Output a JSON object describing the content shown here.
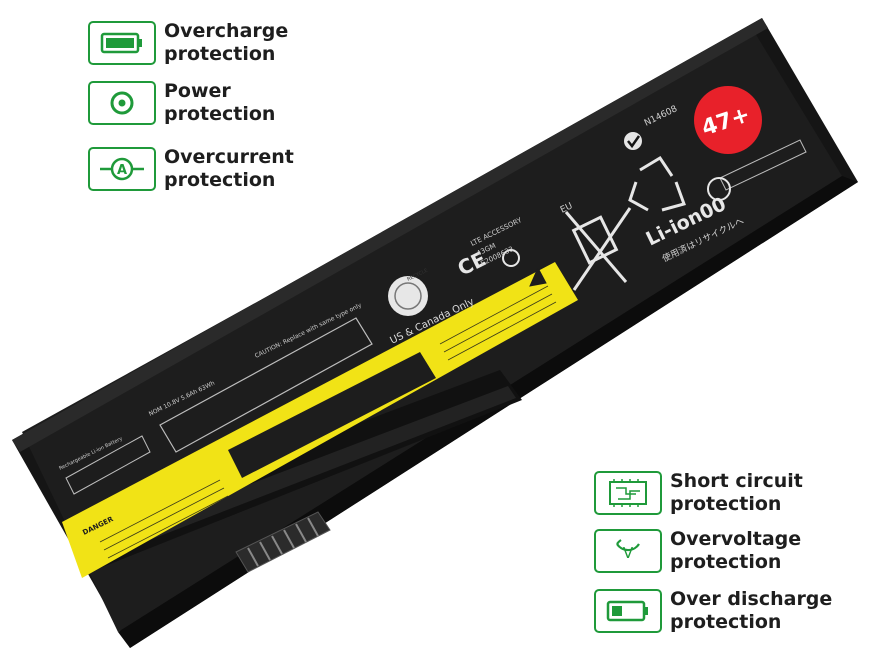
{
  "features_left": [
    {
      "icon": "battery-full-icon",
      "line1": "Overcharge",
      "line2": "protection"
    },
    {
      "icon": "power-dot-icon",
      "line1": "Power",
      "line2": "protection"
    },
    {
      "icon": "ammeter-icon",
      "line1": "Overcurrent",
      "line2": "protection"
    }
  ],
  "features_right": [
    {
      "icon": "circuit-board-icon",
      "line1": "Short circuit",
      "line2": "protection"
    },
    {
      "icon": "voltage-icon",
      "line1": "Overvoltage",
      "line2": "protection"
    },
    {
      "icon": "battery-low-icon",
      "line1": "Over discharge",
      "line2": "protection"
    }
  ],
  "battery": {
    "badge": "47+",
    "model": "Li-ion00",
    "cert": "N14608",
    "eu": "EU",
    "region": "US & Canada Only",
    "accessory": "LTE ACCESSORY",
    "part": "43GM",
    "code": "E2008633",
    "recycle_text": "RECYCLE",
    "japan_text": "使用済はリサイクルへ",
    "danger": "DANGER",
    "rating": "NOM 10.8V  5.6Ah  63Wh",
    "caution": "CAUTION: Replace with same type only",
    "brand": "Rechargeable Li-ion Battery",
    "accent_color": "#e8212a",
    "label_color": "#f1e316",
    "case_color": "#161616"
  }
}
